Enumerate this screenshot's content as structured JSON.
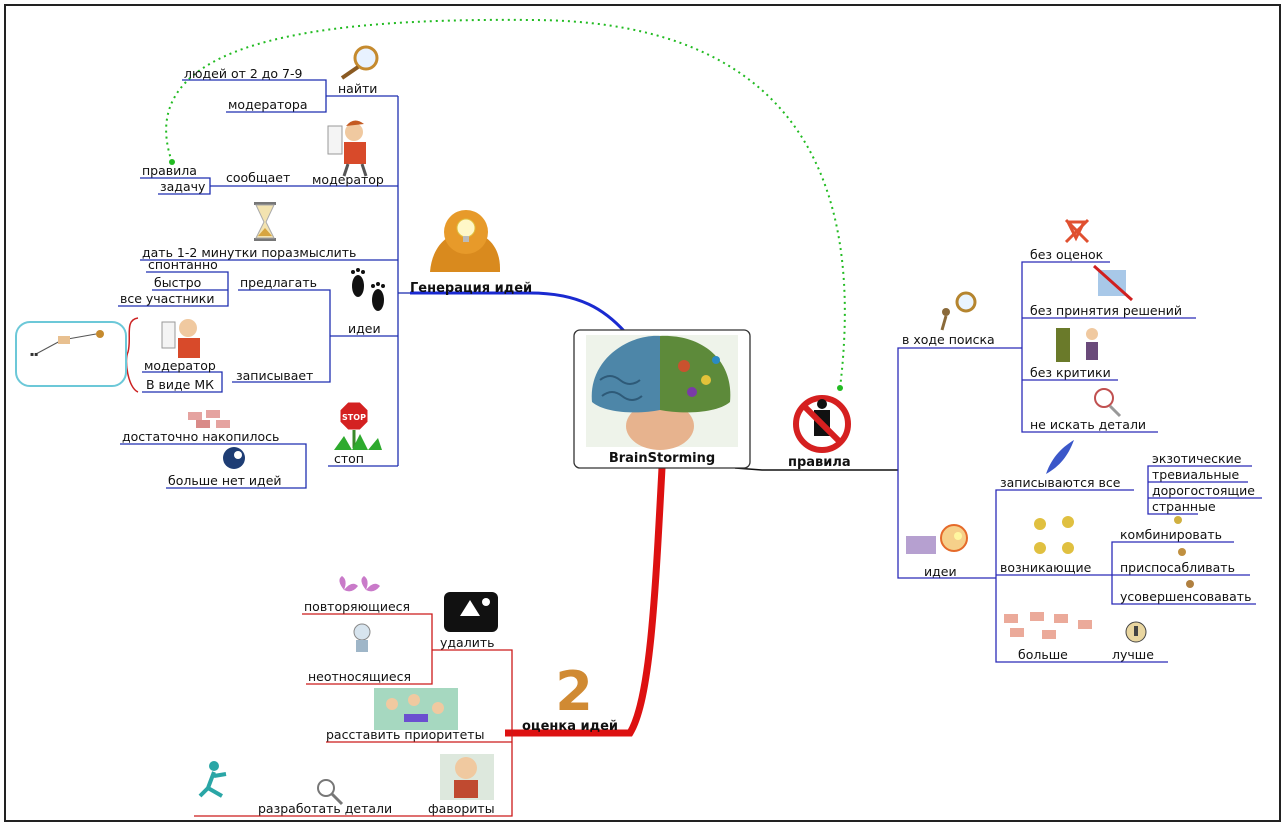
{
  "center": {
    "label": "BrainStorming"
  },
  "branches": {
    "generation": {
      "title": "Генерация идей",
      "color": "#1f2fb0",
      "items": {
        "najti": "найти",
        "people": "людей от 2 до 7-9",
        "moderatora": "модератора",
        "moderator": "модератор",
        "soobshaet": "сообщает",
        "pravila": "правила",
        "zadachu": "задачу",
        "dat": "дать 1-2 минутки поразмыслить",
        "idei": "идеи",
        "predlagat": "предлагать",
        "spontanno": "спонтанно",
        "bystro": "быстро",
        "vse": "все участники",
        "zapisyvaet": "записывает",
        "moderator2": "модератор",
        "vide_mk": "В виде МК",
        "stop": "стоп",
        "dostatochno": "достаточно накопилось",
        "bolshe_net": "больше нет идей"
      }
    },
    "rules": {
      "title": "правила",
      "color": "#2b2bb8",
      "items": {
        "v_hode": "в ходе поиска",
        "bez_ocenok": "без оценок",
        "bez_resh": "без принятия решений",
        "bez_krit": "без критики",
        "ne_iskat": "не искать детали",
        "idei": "идеи",
        "zapisyvayutsya": "записываются все",
        "ekzot": "экзотические",
        "trevial": "тревиальные",
        "dorog": "дорогостоящие",
        "strann": "странные",
        "voznik": "возникающие",
        "kombin": "комбинировать",
        "prispos": "приспосабливать",
        "usover": "усовершенсовавать",
        "bolshe": "больше",
        "luchshe": "лучше"
      }
    },
    "evaluation": {
      "title": "оценка идей",
      "color": "#cc1a1a",
      "number": "2",
      "items": {
        "udalit": "удалить",
        "povtor": "повторяющиеся",
        "neotnos": "неотносящиеся",
        "rasstavit": "расставить приоритеты",
        "favority": "фавориты",
        "razrabotat": "разработать детали"
      }
    }
  },
  "colors": {
    "blue": "#1f2fb0",
    "red": "#cc1a1a",
    "dotted": "#22bb22",
    "number": "#d08a33"
  },
  "icons": {
    "stop_sign": "STOP"
  }
}
